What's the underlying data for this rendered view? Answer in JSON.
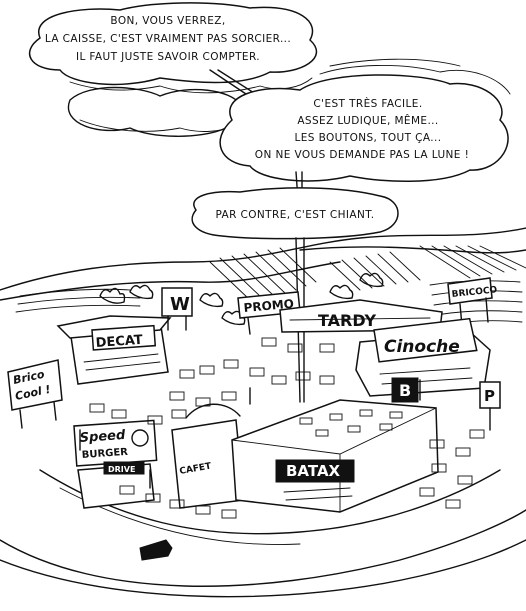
{
  "bubbles": {
    "first": {
      "lines": [
        "BON, VOUS VERREZ,",
        "LA CAISSE, C'EST VRAIMENT PAS SORCIER...",
        "IL FAUT JUSTE SAVOIR COMPTER."
      ]
    },
    "second": {
      "lines": [
        "C'EST TRÈS FACILE.",
        "ASSEZ LUDIQUE, MÊME...",
        "LES BOUTONS, TOUT ÇA...",
        "ON NE VOUS DEMANDE PAS LA LUNE !"
      ]
    },
    "third": {
      "lines": [
        "PAR CONTRE, C'EST CHIANT."
      ]
    }
  },
  "signs": {
    "decat": "DECAT",
    "promo": "PROMO",
    "tardy": "TARDY",
    "bricoco": "BRICOCO",
    "cinoche": "Cinoche",
    "brico_cool_line1": "Brico",
    "brico_cool_line2": "Cool !",
    "speed": "Speed",
    "burger": "BURGER",
    "drive": "DRIVE",
    "cafet": "CAFET",
    "batax": "BATAX",
    "w_logo": "W",
    "b_logo": "B",
    "parking": "P"
  },
  "colors": {
    "ink": "#111111",
    "paper": "#ffffff"
  }
}
